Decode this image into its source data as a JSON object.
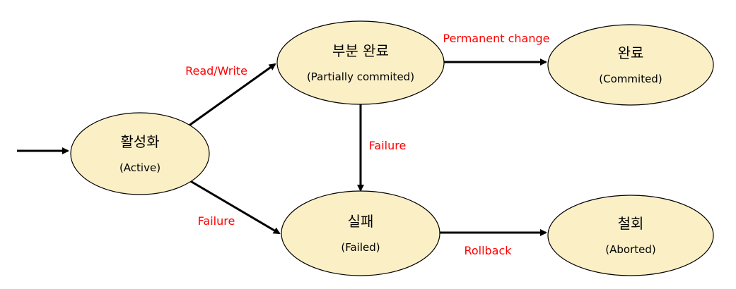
{
  "colors": {
    "state_fill": "#FBEFC6",
    "state_stroke": "#000000",
    "arrow": "#000000",
    "label": "#FF0000"
  },
  "states": {
    "active": {
      "title": "활성화",
      "subtitle": "(Active)"
    },
    "partial": {
      "title": "부분 완료",
      "subtitle": "(Partially commited)"
    },
    "committed": {
      "title": "완료",
      "subtitle": "(Commited)"
    },
    "failed": {
      "title": "실패",
      "subtitle": "(Failed)"
    },
    "aborted": {
      "title": "철회",
      "subtitle": "(Aborted)"
    }
  },
  "transitions": {
    "read_write": "Read/Write",
    "permanent_change": "Permanent change",
    "failure_partial": "Failure",
    "failure_active": "Failure",
    "rollback": "Rollback"
  }
}
